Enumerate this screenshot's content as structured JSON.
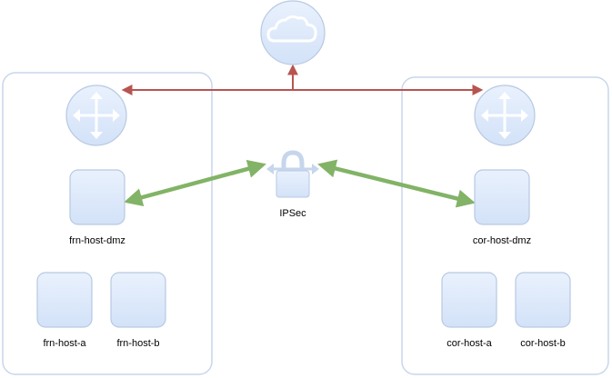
{
  "colors": {
    "box_fill": "#dae8fc",
    "box_stroke": "#b7c9e2",
    "group_stroke": "#c8d6eb",
    "wan_link": "#b85450",
    "vpn_link": "#82b366",
    "icon_white": "#ffffff"
  },
  "icons": {
    "cloud": "cloud-icon",
    "router_left": "router-icon",
    "router_right": "router-icon",
    "vpn": "padlock-icon"
  },
  "labels": {
    "ipsec": "IPSec",
    "frn_host_dmz": "frn-host-dmz",
    "frn_host_a": "frn-host-a",
    "frn_host_b": "frn-host-b",
    "cor_host_dmz": "cor-host-dmz",
    "cor_host_a": "cor-host-a",
    "cor_host_b": "cor-host-b"
  }
}
